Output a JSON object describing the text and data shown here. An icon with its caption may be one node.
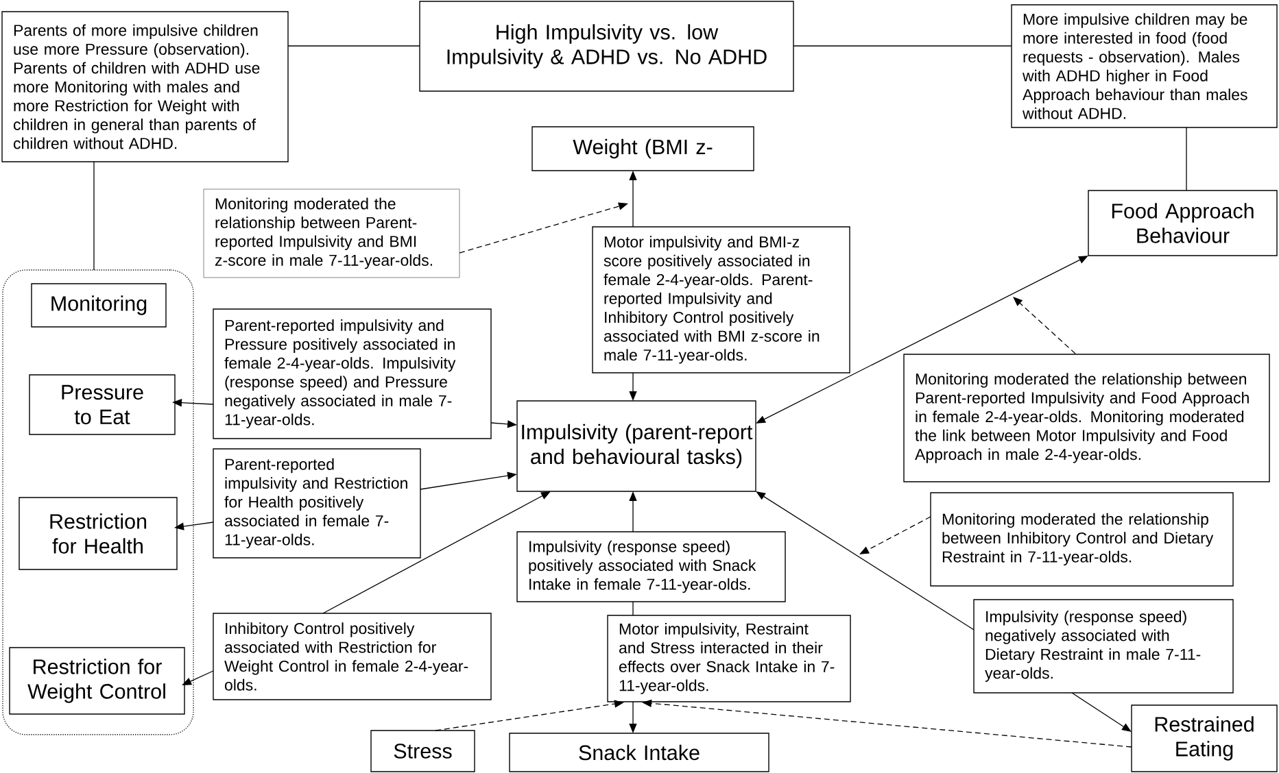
{
  "diagram": {
    "nodes": [
      {
        "text": [
          "High Impulsivity vs. low Impulsivity & ADHD vs. No ADHD"
        ]
      },
      {
        "text": [
          "Parents of more impulsive children use more Pressure (observation). Parents of children with ADHD use more Monitoring with males and more Restriction for Weight with children in general than parents of children without ADHD."
        ]
      },
      {
        "text": [
          "More impulsive children may be more interested in food (food requests - observation). Males with ADHD higher in Food Approach behaviour than males without ADHD."
        ]
      },
      {
        "text": [
          "Weight (BMI z-"
        ]
      },
      {
        "text": [
          "Monitoring moderated the relationship between Parent-reported Impulsivity and BMI z-score in male 7-11-year-olds."
        ]
      },
      {
        "text": [
          "Food Approach Behaviour"
        ]
      },
      {
        "text": [],
        "shape": "box"
      },
      {
        "text": [
          "Monitoring"
        ],
        "in": 6
      },
      {
        "text": [
          "Motor impulsivity and BMI-z score positively associated in female 2-4-year-olds. Parent-reported Impulsivity and Inhibitory Control positively associated with BMI z-score in male 7-11-year-olds."
        ]
      },
      {
        "text": [
          "Parent-reported impulsivity and Pressure positively associated in female 2-4-year-olds. Impulsivity (response speed) and Pressure negatively associated in male 7-11-year-olds."
        ]
      },
      {
        "text": [
          "Monitoring moderated the relationship between Parent-reported Impulsivity and Food Approach in female 2-4-year-olds. Monitoring moderated the link between Motor Impulsivity and Food Approach in male 2-4-year-olds."
        ]
      },
      {
        "text": [
          "Pressure to Eat"
        ],
        "in": 6
      },
      {
        "text": [
          "Impulsivity (parent-report and behavioural tasks)"
        ]
      },
      {
        "text": [
          "Parent-reported impulsivity and Restriction for Health positively associated in female 7-11-year-olds."
        ]
      },
      {
        "text": [
          "Restriction for Health"
        ],
        "in": 6
      },
      {
        "text": [
          "Monitoring moderated the relationship between Inhibitory Control and Dietary Restraint in 7-11-year-olds."
        ]
      },
      {
        "text": [
          "Impulsivity (response speed) positively associated with Snack Intake in female 7-11-year-olds."
        ]
      },
      {
        "text": [
          "Impulsivity (response speed) negatively associated with Dietary Restraint in male 7-11-year-olds."
        ]
      },
      {
        "text": [
          "Inhibitory Control positively associated with Restriction for Weight Control in female 2-4-year-olds."
        ]
      },
      {
        "text": [
          "Restriction for Weight Control"
        ],
        "in": 6
      },
      {
        "text": [
          "Motor impulsivity, Restraint and Stress interacted in their effects over Snack Intake in 7-11-year-olds."
        ]
      },
      {
        "text": [
          "Restrained Eating"
        ]
      },
      {
        "text": [
          "Stress"
        ]
      },
      {
        "text": [
          "Snack Intake"
        ]
      }
    ],
    "edges": [
      {
        "from": 1,
        "to": 0,
        "arrow": "none"
      },
      {
        "from": 0,
        "to": 2,
        "arrow": "none"
      },
      {
        "from": 2,
        "to": 5,
        "arrow": "none"
      },
      {
        "from": 1,
        "to": 6,
        "arrow": "none"
      },
      {
        "from": 8,
        "to": 3,
        "arrow": "to"
      },
      {
        "from": 4,
        "to": null,
        "arrow": "to",
        "style": "dashed"
      },
      {
        "from": 8,
        "to": 12,
        "arrow": "to"
      },
      {
        "from": 9,
        "to": 11,
        "arrow": "to"
      },
      {
        "from": 9,
        "to": 12,
        "arrow": "to"
      },
      {
        "from": 13,
        "to": 14,
        "arrow": "to"
      },
      {
        "from": 13,
        "to": 12,
        "arrow": "to"
      },
      {
        "from": 18,
        "to": 19,
        "arrow": "to"
      },
      {
        "from": 18,
        "to": 12,
        "arrow": "to"
      },
      {
        "from": 12,
        "to": 5,
        "arrow": "both"
      },
      {
        "from": 10,
        "to": null,
        "arrow": "to",
        "style": "dashed"
      },
      {
        "from": 17,
        "to": 12,
        "arrow": "to"
      },
      {
        "from": 15,
        "to": null,
        "arrow": "to",
        "style": "dashed"
      },
      {
        "from": 17,
        "to": 21,
        "arrow": "to"
      },
      {
        "from": 16,
        "to": 12,
        "arrow": "to"
      },
      {
        "from": 20,
        "to": 16,
        "arrow": "none"
      },
      {
        "from": 20,
        "to": 23,
        "arrow": "to"
      },
      {
        "from": 22,
        "to": 20,
        "arrow": "to",
        "style": "dashed"
      },
      {
        "from": 21,
        "to": 20,
        "arrow": "to",
        "style": "dashed"
      }
    ]
  }
}
